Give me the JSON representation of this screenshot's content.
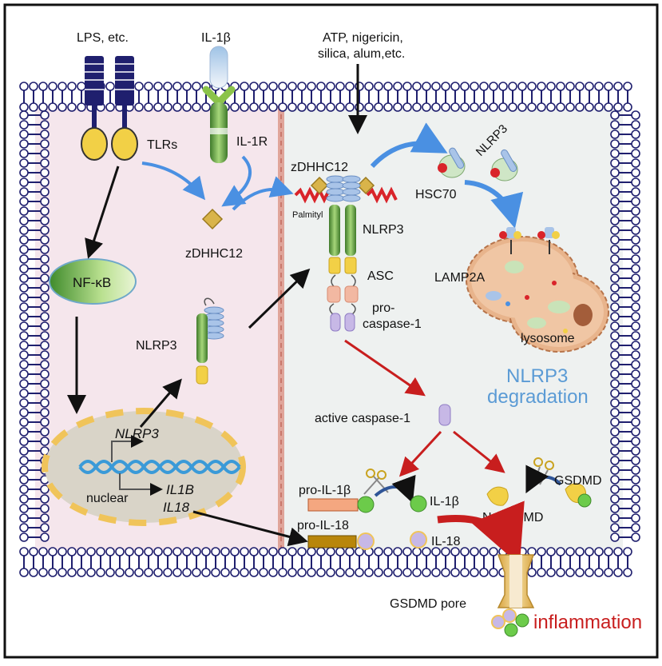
{
  "colors": {
    "frame": "#111111",
    "membrane_navy": "#1f1f6e",
    "cytoplasm_left": "#f5e6ec",
    "cytoplasm_right": "#eef1f0",
    "nucleus_fill": "#d9d4c8",
    "nucleus_dash": "#f0c45a",
    "dna": "#3a9ad8",
    "blue_arrow": "#4a90e2",
    "red_arrow": "#c81e1e",
    "black_arrow": "#111111",
    "nfkb_green": "#6aa84f",
    "tlr_yellow": "#f2d046",
    "palmityl_red": "#d9242a",
    "zdhhc_diamond": "#d9b44a",
    "lysosome": "#e8b48c",
    "degradation_text": "#5b9bd5",
    "inflammation_text": "#c81e1e",
    "pore": "#e9c77a"
  },
  "labels": {
    "lps": "LPS, etc.",
    "il1b_ligand": "IL-1β",
    "stimuli_line1": "ATP, nigericin,",
    "stimuli_line2": "silica, alum,etc.",
    "tlrs": "TLRs",
    "il1r": "IL-1R",
    "nfkb": "NF-κB",
    "zdhhc12_cyto": "zDHHC12",
    "zdhhc12_complex": "zDHHC12",
    "palmityl": "Palmityl",
    "nlrp3_complex": "NLRP3",
    "asc": "ASC",
    "pro_caspase_line1": "pro-",
    "pro_caspase_line2": "caspase-1",
    "nlrp3_free": "NLRP3",
    "nlrp3_hsc": "NLRP3",
    "hsc70": "HSC70",
    "lamp2a": "LAMP2A",
    "lysosome": "lysosome",
    "degradation_line1": "NLRP3",
    "degradation_line2": "degradation",
    "active_caspase": "active caspase-1",
    "gene_nlrp3": "NLRP3",
    "gene_il1b": "IL1B",
    "gene_il18": "IL18",
    "nuclear": "nuclear",
    "pro_il1b": "pro-IL-1β",
    "il1b_product": "IL-1β",
    "pro_il18": "pro-IL-18",
    "il18_product": "IL-18",
    "gsdmd": "GSDMD",
    "n_gsdmd": "N-GSDMD",
    "gsdmd_pore": "GSDMD pore",
    "inflammation": "inflammation"
  }
}
